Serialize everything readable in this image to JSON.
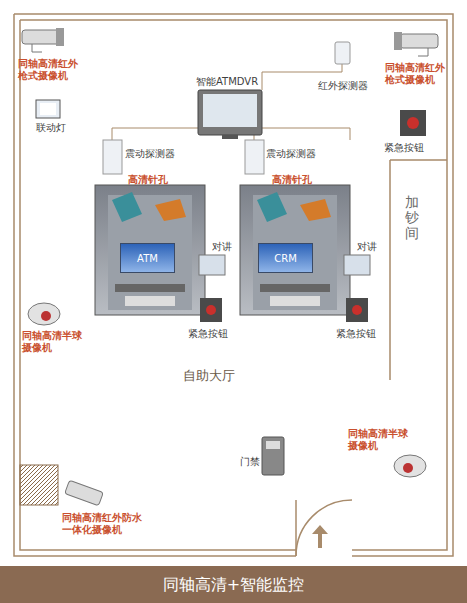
{
  "diagram": {
    "caption": "同轴高清+智能监控",
    "nodes": [
      {
        "text": [
          "ATM"
        ]
      },
      {
        "text": [
          "CRM"
        ]
      }
    ],
    "labels": [
      "同轴高清红外枪式摄像机",
      "联动灯",
      "智能ATMDVR",
      "红外探测器",
      "同轴高清红外枪式摄像机",
      "紧急按钮",
      "加钞间",
      "震动探测器",
      "高清针孔",
      "对讲",
      "紧急按钮",
      "震动探测器",
      "高清针孔",
      "对讲",
      "紧急按钮",
      "同轴高清半球摄像机",
      "自助大厅",
      "门禁",
      "同轴高清半球摄像机",
      "同轴高清红外防水一体化摄像机"
    ]
  }
}
